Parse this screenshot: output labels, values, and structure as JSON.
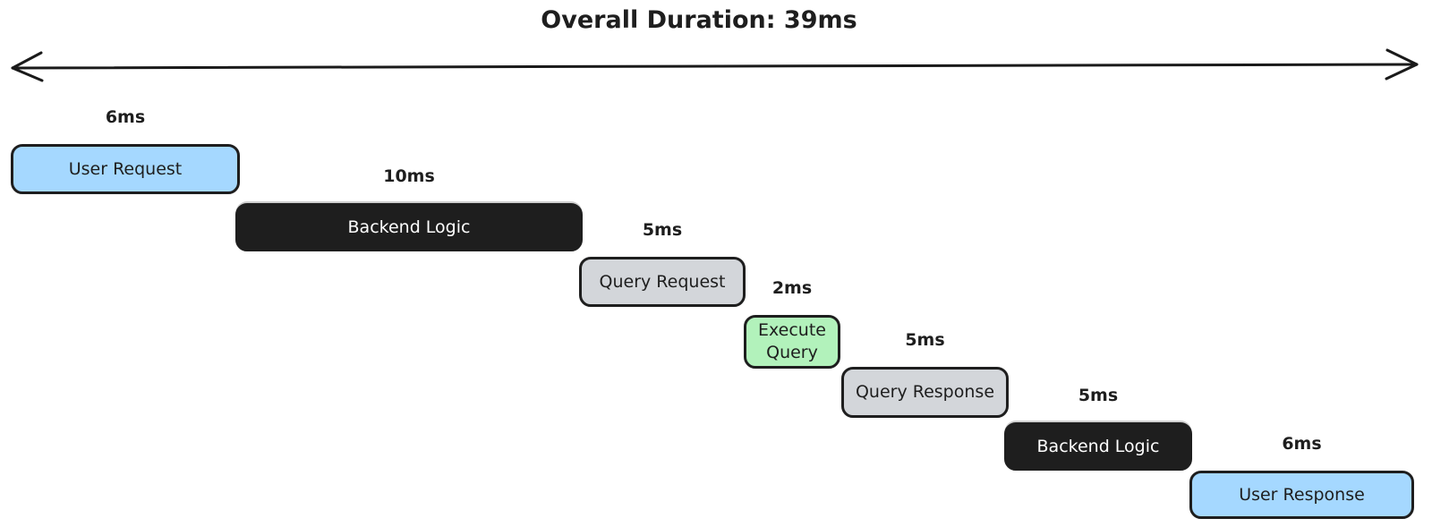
{
  "title": "Overall Duration: 39ms",
  "overall_duration_ms": 39,
  "colors": {
    "blue": "#a5d8ff",
    "gray": "#d3d6da",
    "green": "#b2f2bb",
    "dark": "#1e1e1e",
    "stroke": "#1e1e1e",
    "background": "#ffffff"
  },
  "timeline": {
    "arrow_style": "double-headed",
    "segments": [
      {
        "label": "User Request",
        "duration": "6ms",
        "duration_ms": 6,
        "fill": "blue"
      },
      {
        "label": "Backend Logic",
        "duration": "10ms",
        "duration_ms": 10,
        "fill": "dark"
      },
      {
        "label": "Query Request",
        "duration": "5ms",
        "duration_ms": 5,
        "fill": "gray"
      },
      {
        "label": "Execute Query",
        "duration": "2ms",
        "duration_ms": 2,
        "fill": "green"
      },
      {
        "label": "Query Response",
        "duration": "5ms",
        "duration_ms": 5,
        "fill": "gray"
      },
      {
        "label": "Backend Logic",
        "duration": "5ms",
        "duration_ms": 5,
        "fill": "dark"
      },
      {
        "label": "User Response",
        "duration": "6ms",
        "duration_ms": 6,
        "fill": "blue"
      }
    ]
  }
}
